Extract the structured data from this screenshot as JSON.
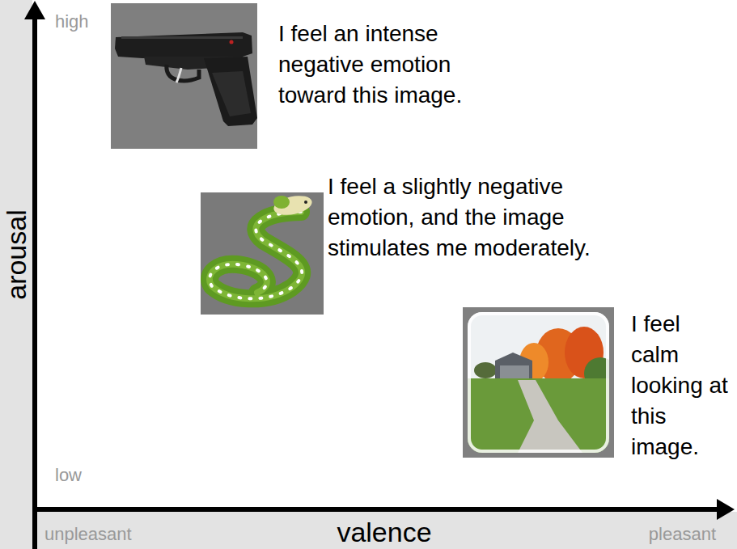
{
  "diagram": {
    "labels": [
      "high",
      "I feel an intense negative emotion toward this image.",
      "arousal",
      "I feel a slightly negative emotion, and the image stimulates me moderately.",
      "I feel calm looking at this image.",
      "low",
      "unpleasant",
      "valence",
      "pleasant"
    ]
  }
}
